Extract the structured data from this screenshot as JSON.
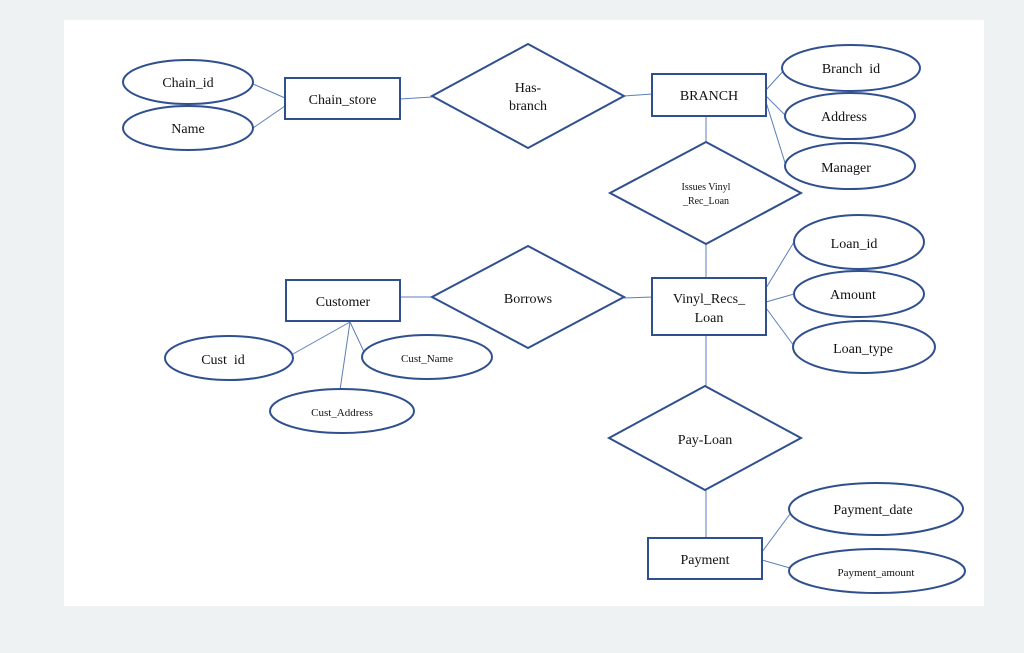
{
  "diagram": {
    "entities": {
      "chain_store": "Chain_store",
      "branch": "BRANCH",
      "customer": "Customer",
      "vinyl_loan": [
        "Vinyl_Recs_",
        "Loan"
      ],
      "payment": "Payment"
    },
    "relationships": {
      "has_branch": [
        "Has-",
        "branch"
      ],
      "issues": [
        "Issues  Vinyl",
        "_Rec_Loan"
      ],
      "borrows": "Borrows",
      "pay_loan": "Pay-Loan"
    },
    "attributes": {
      "chain_id": "Chain_id",
      "name": "Name",
      "branch_id": "Branch  id",
      "address": "Address",
      "manager": "Manager",
      "loan_id": "Loan_id",
      "amount": "Amount",
      "loan_type": "Loan_type",
      "cust_id": "Cust  id",
      "cust_name": "Cust_Name",
      "cust_address": "Cust_Address",
      "payment_date": "Payment_date",
      "payment_amount": "Payment_amount"
    }
  }
}
